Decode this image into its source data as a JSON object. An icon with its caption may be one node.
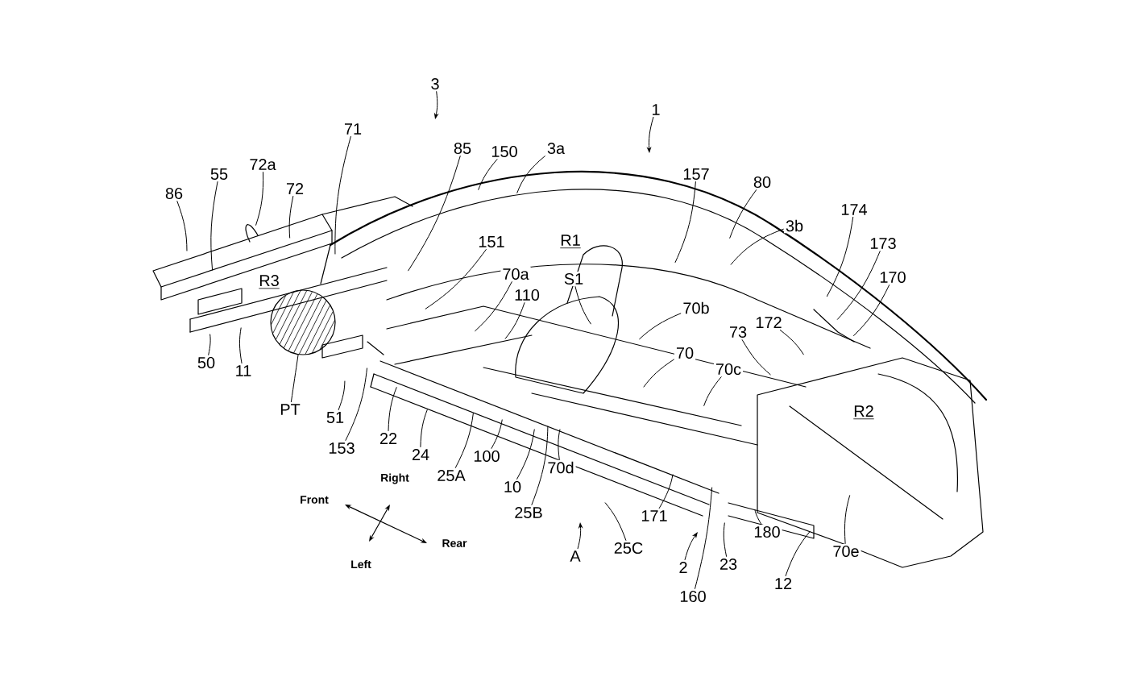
{
  "diagram": {
    "nodes": [
      {
        "text": [
          "1"
        ]
      },
      {
        "text": [
          "3"
        ]
      },
      {
        "text": [
          "71"
        ]
      },
      {
        "text": [
          "85"
        ]
      },
      {
        "text": [
          "150"
        ]
      },
      {
        "text": [
          "3a"
        ]
      },
      {
        "text": [
          "157"
        ]
      },
      {
        "text": [
          "80"
        ]
      },
      {
        "text": [
          "86"
        ]
      },
      {
        "text": [
          "55"
        ]
      },
      {
        "text": [
          "72a"
        ]
      },
      {
        "text": [
          "72"
        ]
      },
      {
        "text": [
          "174"
        ]
      },
      {
        "text": [
          "3b"
        ]
      },
      {
        "text": [
          "151"
        ]
      },
      {
        "text": [
          "173"
        ]
      },
      {
        "text": [
          "S1"
        ]
      },
      {
        "text": [
          "70a"
        ]
      },
      {
        "text": [
          "170"
        ]
      },
      {
        "text": [
          "110"
        ]
      },
      {
        "text": [
          "70b"
        ]
      },
      {
        "text": [
          "172"
        ]
      },
      {
        "text": [
          "73"
        ]
      },
      {
        "text": [
          "70"
        ]
      },
      {
        "text": [
          "50"
        ]
      },
      {
        "text": [
          "11"
        ]
      },
      {
        "text": [
          "70c"
        ]
      },
      {
        "text": [
          "PT"
        ]
      },
      {
        "text": [
          "51"
        ]
      },
      {
        "text": [
          "22"
        ]
      },
      {
        "text": [
          "153"
        ]
      },
      {
        "text": [
          "24"
        ]
      },
      {
        "text": [
          "100"
        ]
      },
      {
        "text": [
          "25A"
        ]
      },
      {
        "text": [
          "70d"
        ]
      },
      {
        "text": [
          "10"
        ]
      },
      {
        "text": [
          "25B"
        ]
      },
      {
        "text": [
          "171"
        ]
      },
      {
        "text": [
          "180"
        ]
      },
      {
        "text": [
          "25C"
        ]
      },
      {
        "text": [
          "70e"
        ]
      },
      {
        "text": [
          "A"
        ]
      },
      {
        "text": [
          "23"
        ]
      },
      {
        "text": [
          "2"
        ]
      },
      {
        "text": [
          "12"
        ]
      },
      {
        "text": [
          "160"
        ]
      },
      {
        "text": [],
        "shape": "circle"
      }
    ],
    "edges": [
      {
        "from": 0,
        "to": null,
        "arrow": "to"
      },
      {
        "from": 1,
        "to": null,
        "arrow": "to"
      },
      {
        "from": 2,
        "to": null,
        "arrow": "none"
      },
      {
        "from": 3,
        "to": null,
        "arrow": "none"
      },
      {
        "from": 4,
        "to": null,
        "arrow": "none"
      },
      {
        "from": 5,
        "to": null,
        "arrow": "none"
      },
      {
        "from": 6,
        "to": null,
        "arrow": "none"
      },
      {
        "from": 7,
        "to": null,
        "arrow": "none"
      },
      {
        "from": 8,
        "to": null,
        "arrow": "none"
      },
      {
        "from": 9,
        "to": null,
        "arrow": "none"
      },
      {
        "from": 10,
        "to": null,
        "arrow": "none"
      },
      {
        "from": 11,
        "to": null,
        "arrow": "none"
      },
      {
        "from": 12,
        "to": null,
        "arrow": "none"
      },
      {
        "from": 13,
        "to": null,
        "arrow": "none"
      },
      {
        "from": 14,
        "to": null,
        "arrow": "none"
      },
      {
        "from": 15,
        "to": null,
        "arrow": "none"
      },
      {
        "from": 16,
        "to": null,
        "arrow": "none"
      },
      {
        "from": 17,
        "to": null,
        "arrow": "none"
      },
      {
        "from": 18,
        "to": null,
        "arrow": "none"
      },
      {
        "from": 19,
        "to": null,
        "arrow": "none"
      },
      {
        "from": 20,
        "to": null,
        "arrow": "none"
      },
      {
        "from": 21,
        "to": null,
        "arrow": "none"
      },
      {
        "from": 22,
        "to": null,
        "arrow": "none"
      },
      {
        "from": 23,
        "to": null,
        "arrow": "none"
      },
      {
        "from": 24,
        "to": null,
        "arrow": "none"
      },
      {
        "from": 25,
        "to": null,
        "arrow": "none"
      },
      {
        "from": 26,
        "to": null,
        "arrow": "none"
      },
      {
        "from": 27,
        "to": 46,
        "arrow": "none"
      },
      {
        "from": 28,
        "to": null,
        "arrow": "none"
      },
      {
        "from": 29,
        "to": null,
        "arrow": "none"
      },
      {
        "from": 30,
        "to": null,
        "arrow": "none"
      },
      {
        "from": 31,
        "to": null,
        "arrow": "none"
      },
      {
        "from": 32,
        "to": null,
        "arrow": "none"
      },
      {
        "from": 33,
        "to": null,
        "arrow": "none"
      },
      {
        "from": 34,
        "to": null,
        "arrow": "none"
      },
      {
        "from": 35,
        "to": null,
        "arrow": "none"
      },
      {
        "from": 36,
        "to": null,
        "arrow": "none"
      },
      {
        "from": 37,
        "to": null,
        "arrow": "none"
      },
      {
        "from": 38,
        "to": null,
        "arrow": "none"
      },
      {
        "from": 39,
        "to": null,
        "arrow": "none"
      },
      {
        "from": 40,
        "to": null,
        "arrow": "none"
      },
      {
        "from": 41,
        "to": null,
        "arrow": "to"
      },
      {
        "from": 42,
        "to": null,
        "arrow": "none"
      },
      {
        "from": 43,
        "to": null,
        "arrow": "to"
      },
      {
        "from": 44,
        "to": null,
        "arrow": "none"
      },
      {
        "from": 45,
        "to": null,
        "arrow": "none"
      }
    ],
    "labels": [
      "R1",
      "R3",
      "R2",
      "Right",
      "Front",
      "Rear",
      "Left"
    ]
  }
}
